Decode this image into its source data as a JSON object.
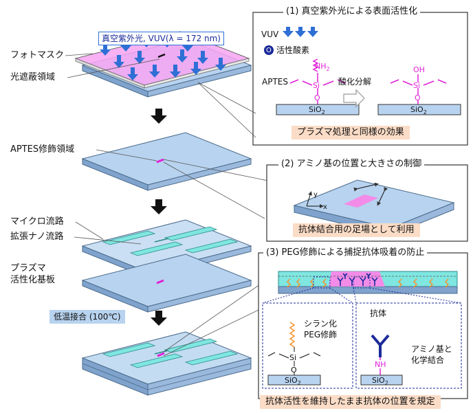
{
  "left": {
    "vuv_label": "真空紫外光, VUV(λ = 172 nm)",
    "photomask": "フォトマスク",
    "light_shield": "光遮蔽領域",
    "aptes_region": "APTES修飾領域",
    "microchannel": "マイクロ流路",
    "nanochannel": "拡張ナノ流路",
    "plasma_line1": "プラズマ",
    "plasma_line2": "活性化基板",
    "bonding": "低温接合 (100℃)"
  },
  "panel1": {
    "title": "(1) 真空紫外光による表面活性化",
    "vuv": "VUV",
    "active_oxygen": "活性酸素",
    "o_symbol": "O",
    "aptes": "APTES",
    "nh2": "NH",
    "nh2_sub": "2",
    "si": "Si",
    "o": "O",
    "oh": "OH",
    "oxidative": "酸化分解",
    "sio2": "SiO",
    "sio2_sub": "2",
    "effect": "プラズマ処理と同様の効果"
  },
  "panel2": {
    "title": "(2) アミノ基の位置と大きさの制御",
    "axis_y": "y",
    "axis_x": "x",
    "scaffold": "抗体結合用の足場として利用"
  },
  "panel3": {
    "title": "(3) PEG修飾による捕捉抗体吸着の防止",
    "silane_line1": "シラン化",
    "silane_line2": "PEG修飾",
    "si": "Si",
    "o": "O",
    "sio2": "SiO",
    "sio2_sub": "2",
    "antibody": "抗体",
    "nh": "NH",
    "amino_line1": "アミノ基と",
    "amino_line2": "化学結合",
    "bottom": "抗体活性を維持したまま抗体の位置を規定"
  },
  "colors": {
    "slab_top": "#b8d3ef",
    "slab_side": "#7fa3cc",
    "magenta": "#e020d8",
    "pink": "#f28ce8",
    "arrow_blue": "#2e6fd6",
    "teal": "#7fe6e0",
    "orange": "#f5922a",
    "navy": "#1a2a9a",
    "peach": "#fbdcc6"
  }
}
